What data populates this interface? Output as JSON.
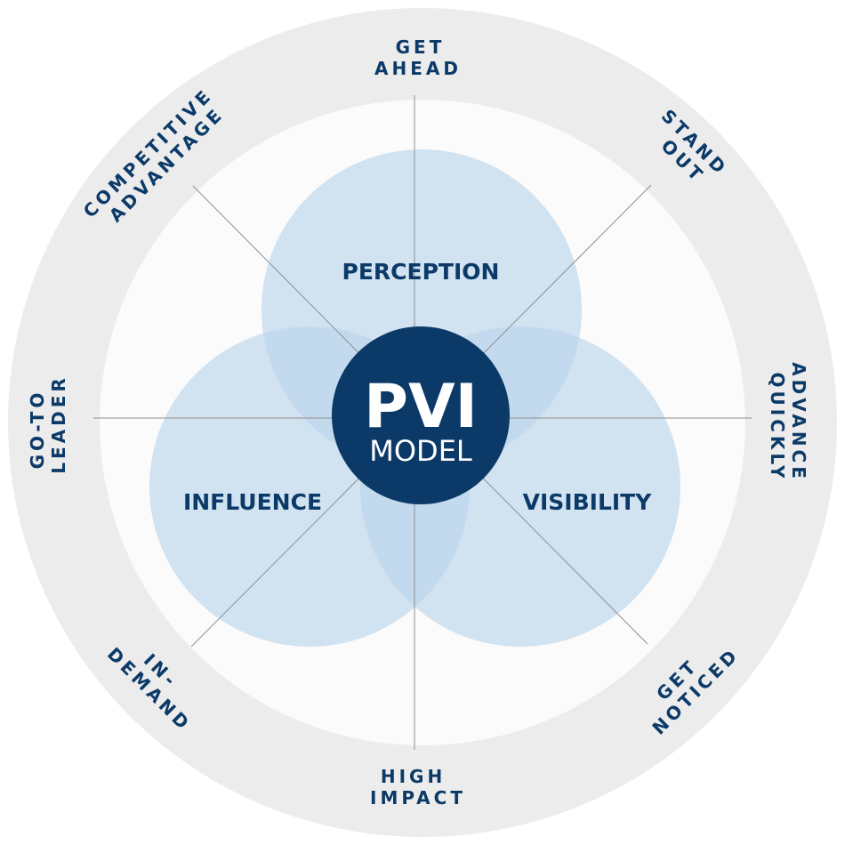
{
  "colors": {
    "outer_ring": "#ececec",
    "inner_disc": "#fbfbfb",
    "circle_fill": "#bcd6ec",
    "spoke": "#8f8f8f",
    "navy": "#0c3a68",
    "center_text": "#ffffff"
  },
  "center": {
    "title": "PVI",
    "subtitle": "MODEL"
  },
  "circles": {
    "perception": "PERCEPTION",
    "influence": "INFLUENCE",
    "visibility": "VISIBILITY"
  },
  "outer_labels": {
    "get_ahead": [
      "GET",
      "AHEAD"
    ],
    "stand_out": [
      "STAND",
      "OUT"
    ],
    "advance_quickly": [
      "ADVANCE",
      "QUICKLY"
    ],
    "get_noticed": [
      "GET",
      "NOTICED"
    ],
    "high_impact": [
      "HIGH",
      "IMPACT"
    ],
    "in_demand": [
      "IN-",
      "DEMAND"
    ],
    "go_to_leader": [
      "GO-TO",
      "LEADER"
    ],
    "competitive_advantage": [
      "COMPETITIVE",
      "ADVANTAGE"
    ]
  }
}
